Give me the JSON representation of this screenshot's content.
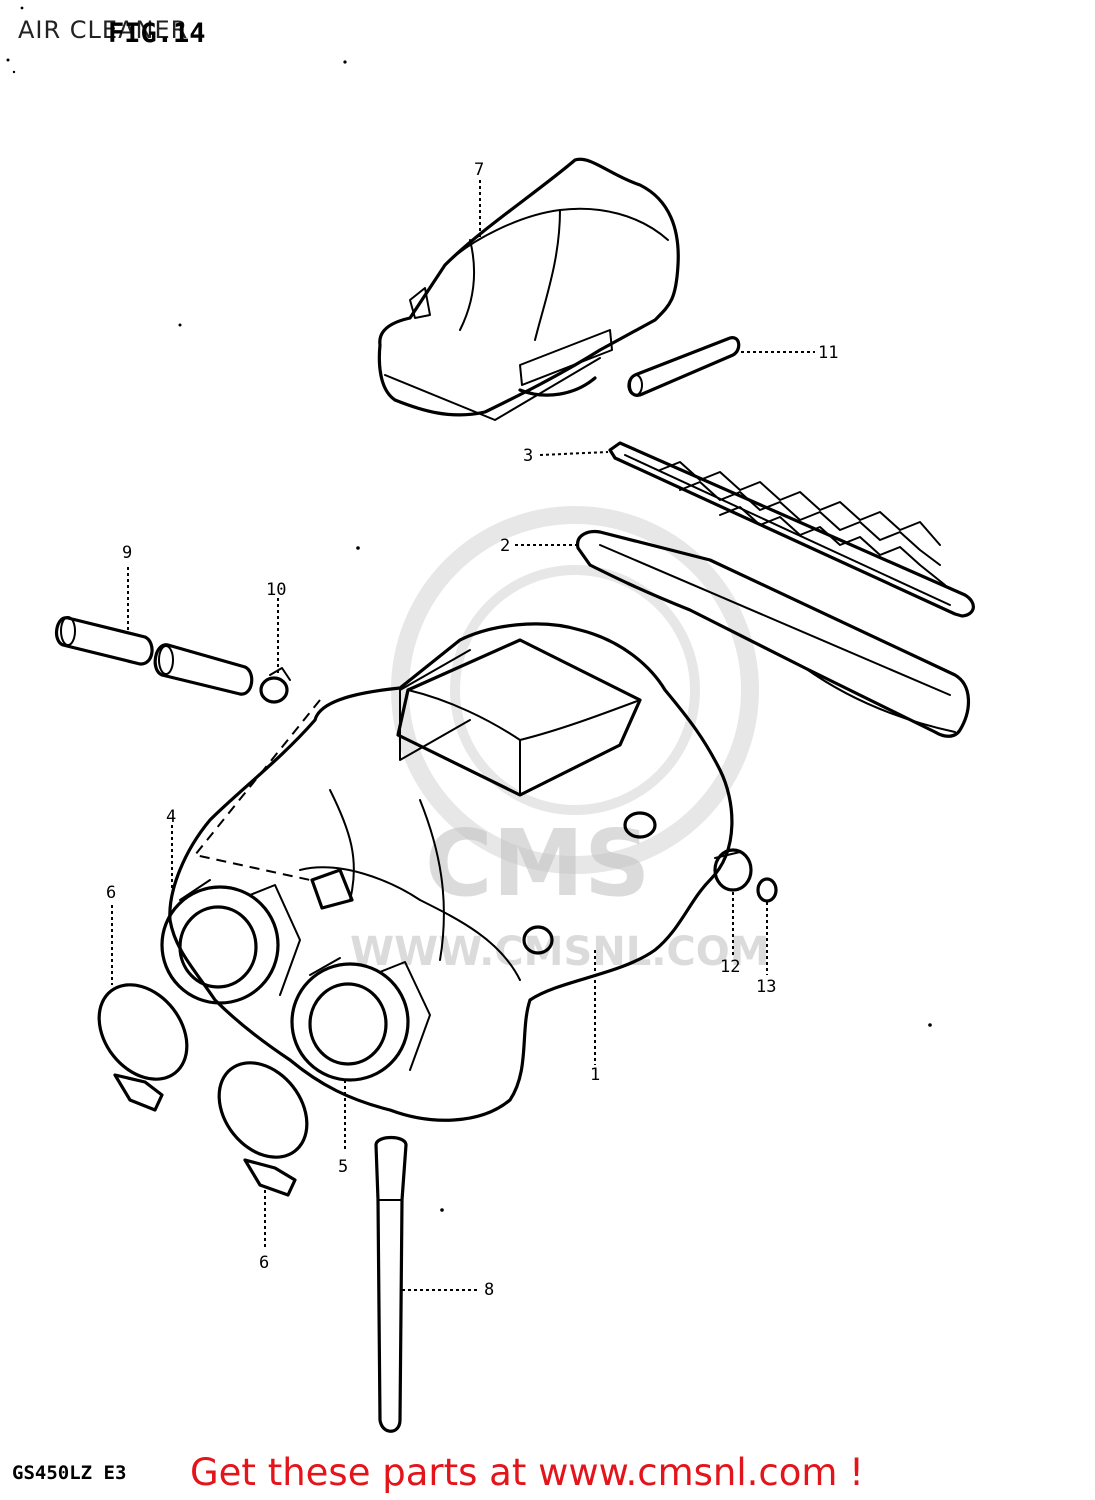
{
  "header": {
    "title": "AIR CLEANER",
    "figure_number": "FIG.14"
  },
  "footer": {
    "model_code": "GS450LZ E3",
    "promo_text": "Get these parts at www.cmsnl.com !"
  },
  "watermark": {
    "brand": "CMS",
    "url": "WWW.CMSNL.COM"
  },
  "callouts": [
    "1",
    "2",
    "3",
    "4",
    "5",
    "6",
    "6",
    "7",
    "8",
    "9",
    "10",
    "11",
    "12",
    "13"
  ],
  "colors": {
    "ink": "#000000",
    "promo": "#e4141b",
    "watermark": "#c4c4c4"
  }
}
